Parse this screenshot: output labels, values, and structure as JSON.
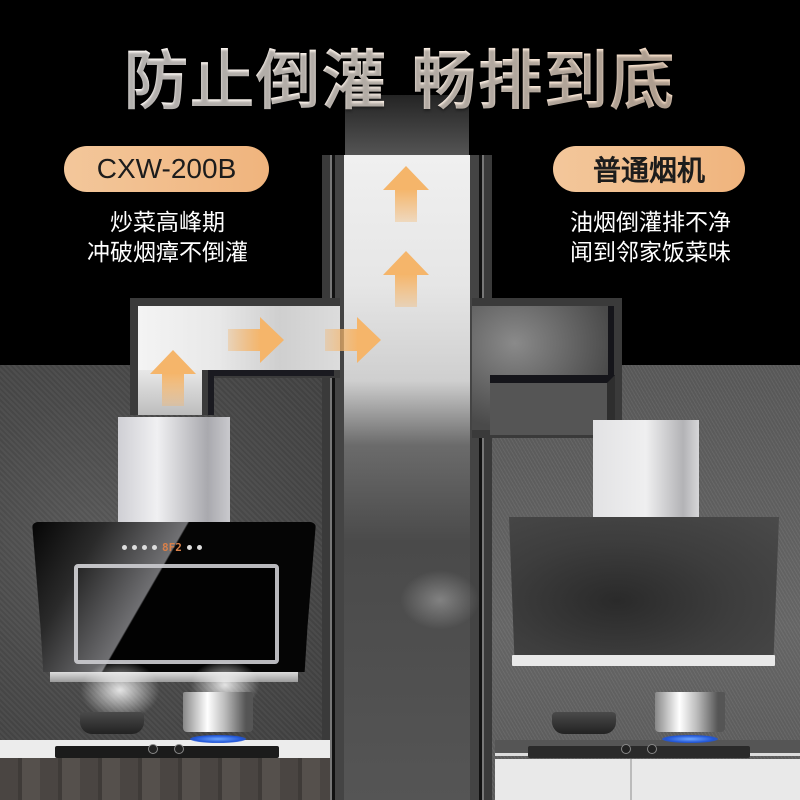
{
  "headline": {
    "part1": "防止倒灌",
    "part2": "畅排到底",
    "colors": {
      "start": "#ffffff",
      "end": "#f6d5b8"
    }
  },
  "comparison": {
    "left": {
      "badge": "CXW-200B",
      "caption_lines": [
        "炒菜高峰期",
        "冲破烟瘴不倒灌"
      ],
      "hood_display": "8F2",
      "arrows": [
        {
          "direction": "up",
          "location": "left-riser"
        },
        {
          "direction": "right",
          "location": "left-duct-1"
        },
        {
          "direction": "right",
          "location": "left-duct-2"
        },
        {
          "direction": "up",
          "location": "main-stack-lower"
        },
        {
          "direction": "up",
          "location": "main-stack-upper"
        }
      ]
    },
    "right": {
      "badge": "普通烟机",
      "caption_lines": [
        "油烟倒灌排不净",
        "闻到邻家饭菜味"
      ]
    }
  },
  "colors": {
    "badge_start": "#f3c79b",
    "badge_end": "#f0b47d",
    "arrow": "#f5b56a",
    "background": "#000000"
  }
}
